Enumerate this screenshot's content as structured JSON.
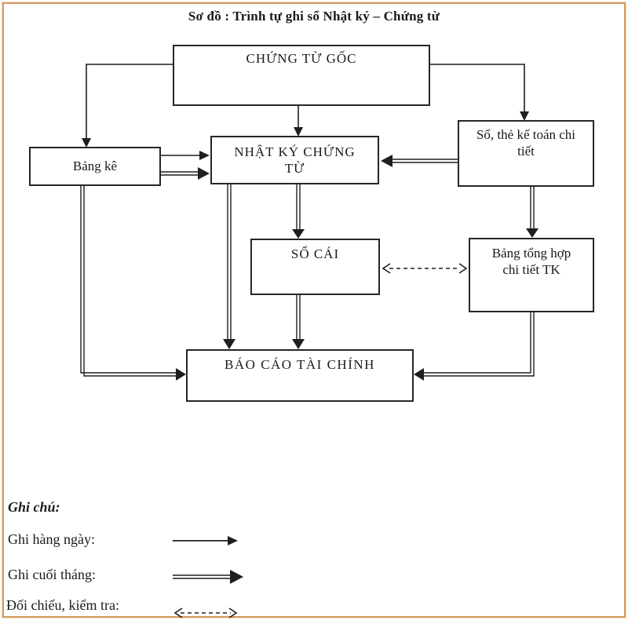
{
  "title": "Sơ đồ : Trình tự ghi sổ Nhật ký – Chứng từ",
  "boxes": {
    "chung_tu_goc": {
      "label": "CHỨNG TỪ GỐC"
    },
    "bang_ke": {
      "label": "Bảng kê"
    },
    "nhat_ky_chung_tu": {
      "label": "NHẬT KÝ CHỨNG TỪ"
    },
    "so_the_ke_toan": {
      "label": "Sổ, thẻ kế toán chi tiết"
    },
    "so_cai": {
      "label": "SỔ CÁI"
    },
    "bang_tong_hop": {
      "label": "Bảng tổng hợp chi tiết TK"
    },
    "bao_cao_tai_chinh": {
      "label": "BÁO CÁO TÀI CHÍNH"
    }
  },
  "legend": {
    "heading": "Ghi chú:",
    "items": [
      {
        "label": "Ghi hàng ngày:",
        "arrow_style": "single-solid"
      },
      {
        "label": "Ghi cuối tháng:",
        "arrow_style": "double-solid"
      },
      {
        "label": "Đối chiếu, kiểm tra:",
        "arrow_style": "dashed-two-headed"
      }
    ]
  },
  "colors": {
    "line": "#1f1f1f",
    "box_border": "#262626",
    "page_border": "#d39a5e",
    "background": "#ffffff"
  }
}
